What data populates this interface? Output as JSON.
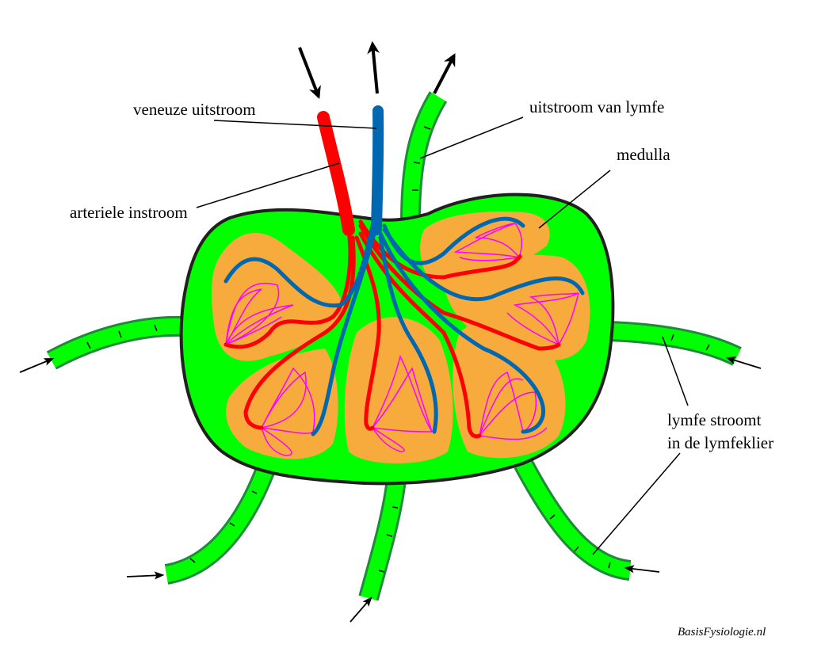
{
  "title": "Lymfeklier",
  "labels": {
    "venous_outflow": "veneuze uitstroom",
    "arterial_inflow": "arteriele instroom",
    "lymph_outflow": "uitstroom van lymfe",
    "medulla": "medulla",
    "lymph_inflow_line1": "lymfe stroomt",
    "lymph_inflow_line2": "in de lymfeklier"
  },
  "watermark": "BasisFysiologie.nl",
  "colors": {
    "node": "#00ff00",
    "outline": "#231f20",
    "vessel_border": "#1f8a3a",
    "medulla": "#f7ab3d",
    "artery": "#ff0000",
    "vein": "#0067b1",
    "capillary": "#ff00ff"
  }
}
